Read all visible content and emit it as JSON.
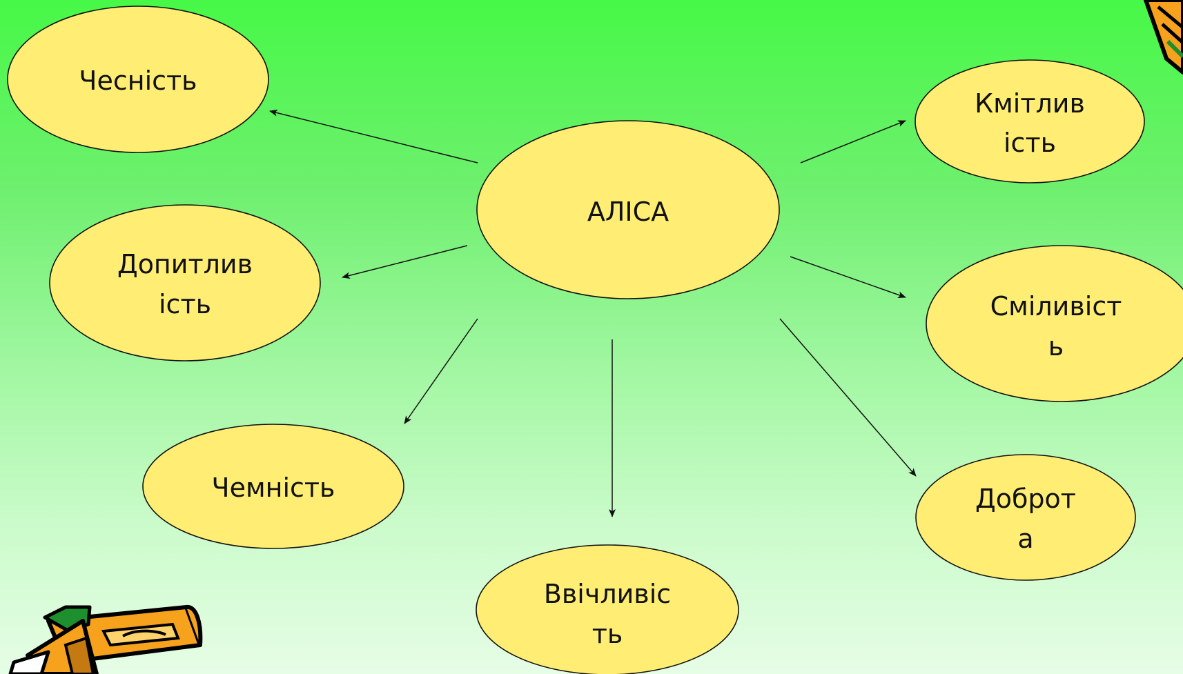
{
  "diagram": {
    "center": {
      "label": "АЛІСА"
    },
    "nodes": [
      {
        "id": "chesnist",
        "lines": [
          "Чесність"
        ]
      },
      {
        "id": "kmitlyvist",
        "lines": [
          "Кмітлив",
          "ість"
        ]
      },
      {
        "id": "dopytlyvist",
        "lines": [
          "Допитлив",
          "ість"
        ]
      },
      {
        "id": "smilyvist",
        "lines": [
          "Сміливіст",
          "ь"
        ]
      },
      {
        "id": "chemnist",
        "lines": [
          "Чемність"
        ]
      },
      {
        "id": "dobrota",
        "lines": [
          "Доброт",
          "а"
        ]
      },
      {
        "id": "vvichlyvist",
        "lines": [
          "Ввічливіс",
          "ть"
        ]
      }
    ],
    "edges": [
      {
        "from": "center",
        "to": "chesnist"
      },
      {
        "from": "center",
        "to": "kmitlyvist"
      },
      {
        "from": "center",
        "to": "dopytlyvist"
      },
      {
        "from": "center",
        "to": "smilyvist"
      },
      {
        "from": "center",
        "to": "chemnist"
      },
      {
        "from": "center",
        "to": "dobrota"
      },
      {
        "from": "center",
        "to": "vvichlyvist"
      }
    ]
  },
  "colors": {
    "node_fill": "#ffee73",
    "background_top": "#47f847",
    "background_bottom": "#e6fde6"
  },
  "decorations": [
    "pencil-clipart-icon",
    "pencil-corner-icon"
  ]
}
